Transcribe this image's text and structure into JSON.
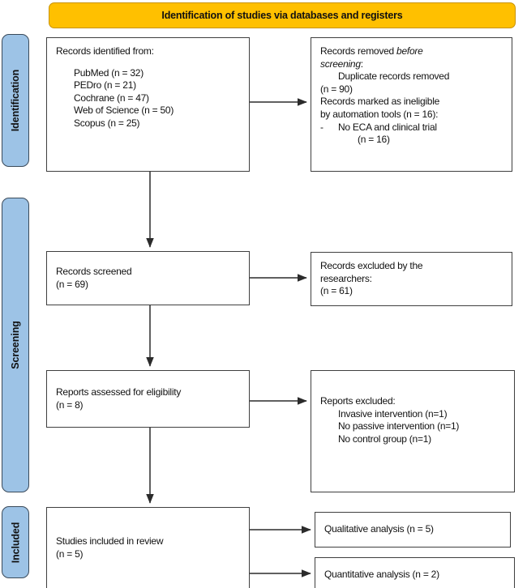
{
  "banner": {
    "label": "Identification of studies via databases and registers",
    "color": "#FFC000"
  },
  "stages": [
    {
      "name": "identification",
      "label": "Identification",
      "color": "#9DC3E6"
    },
    {
      "name": "screening",
      "label": "Screening",
      "color": "#9DC3E6"
    },
    {
      "name": "included",
      "label": "Included",
      "color": "#9DC3E6"
    }
  ],
  "boxes": {
    "records_identified": {
      "title": "Records identified from:",
      "sources": [
        "PubMed (n = 32)",
        "PEDro (n = 21)",
        "Cochrane (n = 47)",
        "Web of Science (n = 50)",
        "Scopus (n = 25)"
      ]
    },
    "records_removed": {
      "line1": "Records removed ",
      "line1_italic": "before",
      "line2_italic": "screening",
      "line2_tail": ":",
      "duplicates": "Duplicate records removed",
      "duplicates_n": "(n = 90)",
      "ineligible_1": "Records marked as ineligible",
      "ineligible_2": "by automation tools (n = 16):",
      "bullet_dash": "-",
      "bullet_text": "No ECA and clinical trial",
      "bullet_n": "(n = 16)"
    },
    "records_screened": {
      "title": "Records screened",
      "count": "(n = 69)"
    },
    "records_excluded": {
      "line1": "Records excluded by the",
      "line2": "researchers:",
      "count": "(n = 61)"
    },
    "reports_assessed": {
      "title": "Reports assessed for eligibility",
      "count": "(n = 8)"
    },
    "reports_excluded": {
      "title": "Reports excluded:",
      "reasons": [
        "Invasive intervention (n=1)",
        "No passive intervention (n=1)",
        "No control group (n=1)"
      ]
    },
    "studies_included": {
      "title": "Studies included in review",
      "count": "(n = 5)"
    },
    "qualitative": {
      "label": "Qualitative analysis (n = 5)"
    },
    "quantitative": {
      "label": "Quantitative analysis (n = 2)"
    }
  }
}
